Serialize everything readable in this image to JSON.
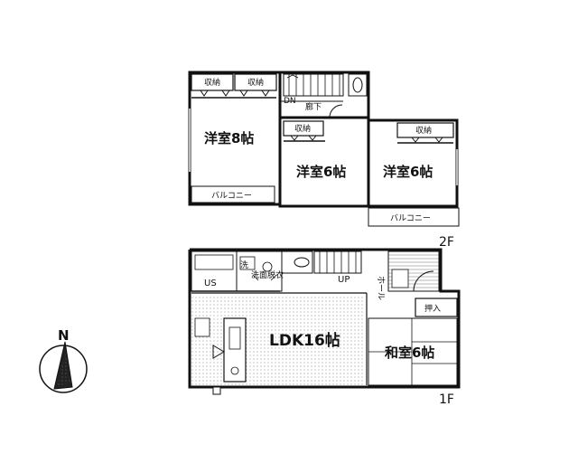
{
  "floors": {
    "second": {
      "label": "2F",
      "rooms": {
        "western_8": "洋室8帖",
        "western_6a": "洋室6帖",
        "western_6b": "洋室6帖"
      },
      "storage": [
        "収納",
        "収納",
        "収納",
        "収納"
      ],
      "corridor": "廊下",
      "dn": "DN",
      "balconies": [
        "バルコニー",
        "バルコニー"
      ]
    },
    "first": {
      "label": "1F",
      "ldk": "LDK16帖",
      "washitsu": "和室6帖",
      "oshiire": "押入",
      "us": "US",
      "laundry": "洗",
      "washroom": "洗面脱衣",
      "up": "UP",
      "hall": "ホール"
    }
  },
  "compass": {
    "label": "N"
  }
}
